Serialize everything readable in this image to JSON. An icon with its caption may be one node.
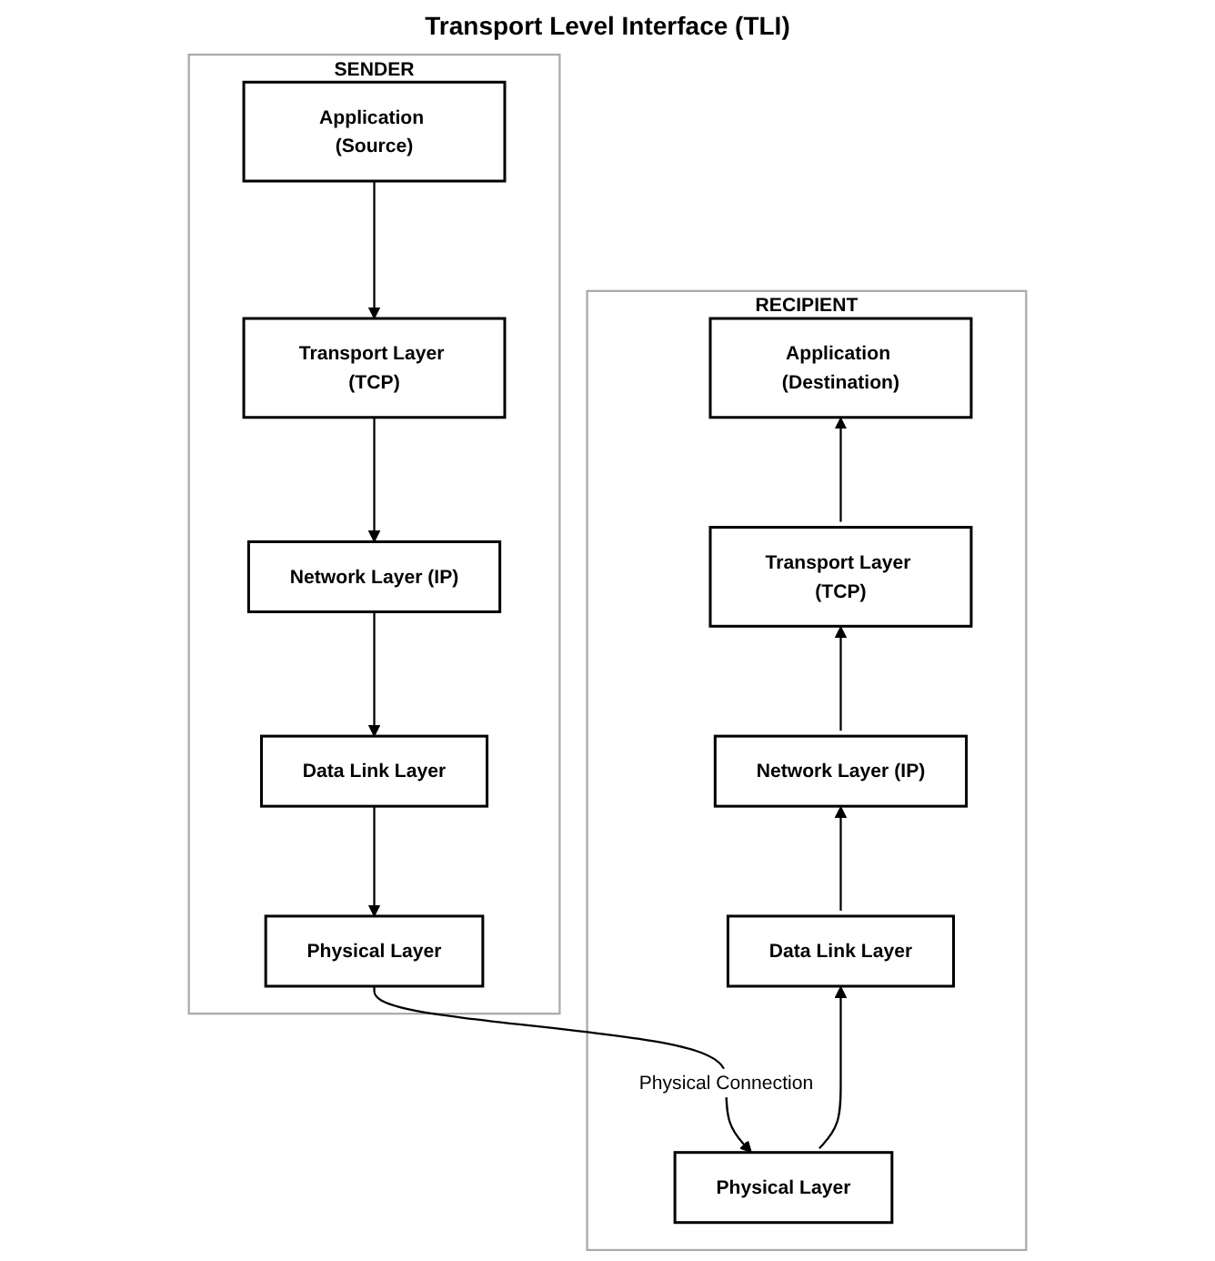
{
  "diagram": {
    "nodes": [
      {
        "text": [
          "SENDER"
        ]
      },
      {
        "text": [
          "Application (Source)"
        ],
        "in": 0
      },
      {
        "text": [
          "Transport Layer (TCP)"
        ],
        "in": 0
      },
      {
        "text": [
          "Network Layer (IP)"
        ],
        "in": 0
      },
      {
        "text": [
          "Data Link Layer"
        ],
        "in": 0
      },
      {
        "text": [
          "Physical Layer"
        ],
        "in": 0
      },
      {
        "text": [
          "RECIPIENT"
        ]
      },
      {
        "text": [
          "Application (Destination)"
        ],
        "in": 6
      },
      {
        "text": [
          "Transport Layer (TCP)"
        ],
        "in": 6
      },
      {
        "text": [
          "Network Layer (IP)"
        ],
        "in": 6
      },
      {
        "text": [
          "Data Link Layer"
        ],
        "in": 6
      },
      {
        "text": [
          "Physical Layer"
        ],
        "in": 6
      }
    ],
    "edges": [
      {
        "from": 1,
        "to": 2,
        "arrow": "to"
      },
      {
        "from": 2,
        "to": 3,
        "arrow": "to"
      },
      {
        "from": 3,
        "to": 4,
        "arrow": "to"
      },
      {
        "from": 4,
        "to": 5,
        "arrow": "to"
      },
      {
        "from": 5,
        "to": 11,
        "arrow": "to",
        "label": "Physical Connection"
      },
      {
        "from": 11,
        "to": 10,
        "arrow": "to"
      },
      {
        "from": 10,
        "to": 9,
        "arrow": "to"
      },
      {
        "from": 9,
        "to": 8,
        "arrow": "to"
      },
      {
        "from": 8,
        "to": 7,
        "arrow": "to"
      }
    ],
    "labels": [
      "Transport Level Interface (TLI)"
    ]
  }
}
